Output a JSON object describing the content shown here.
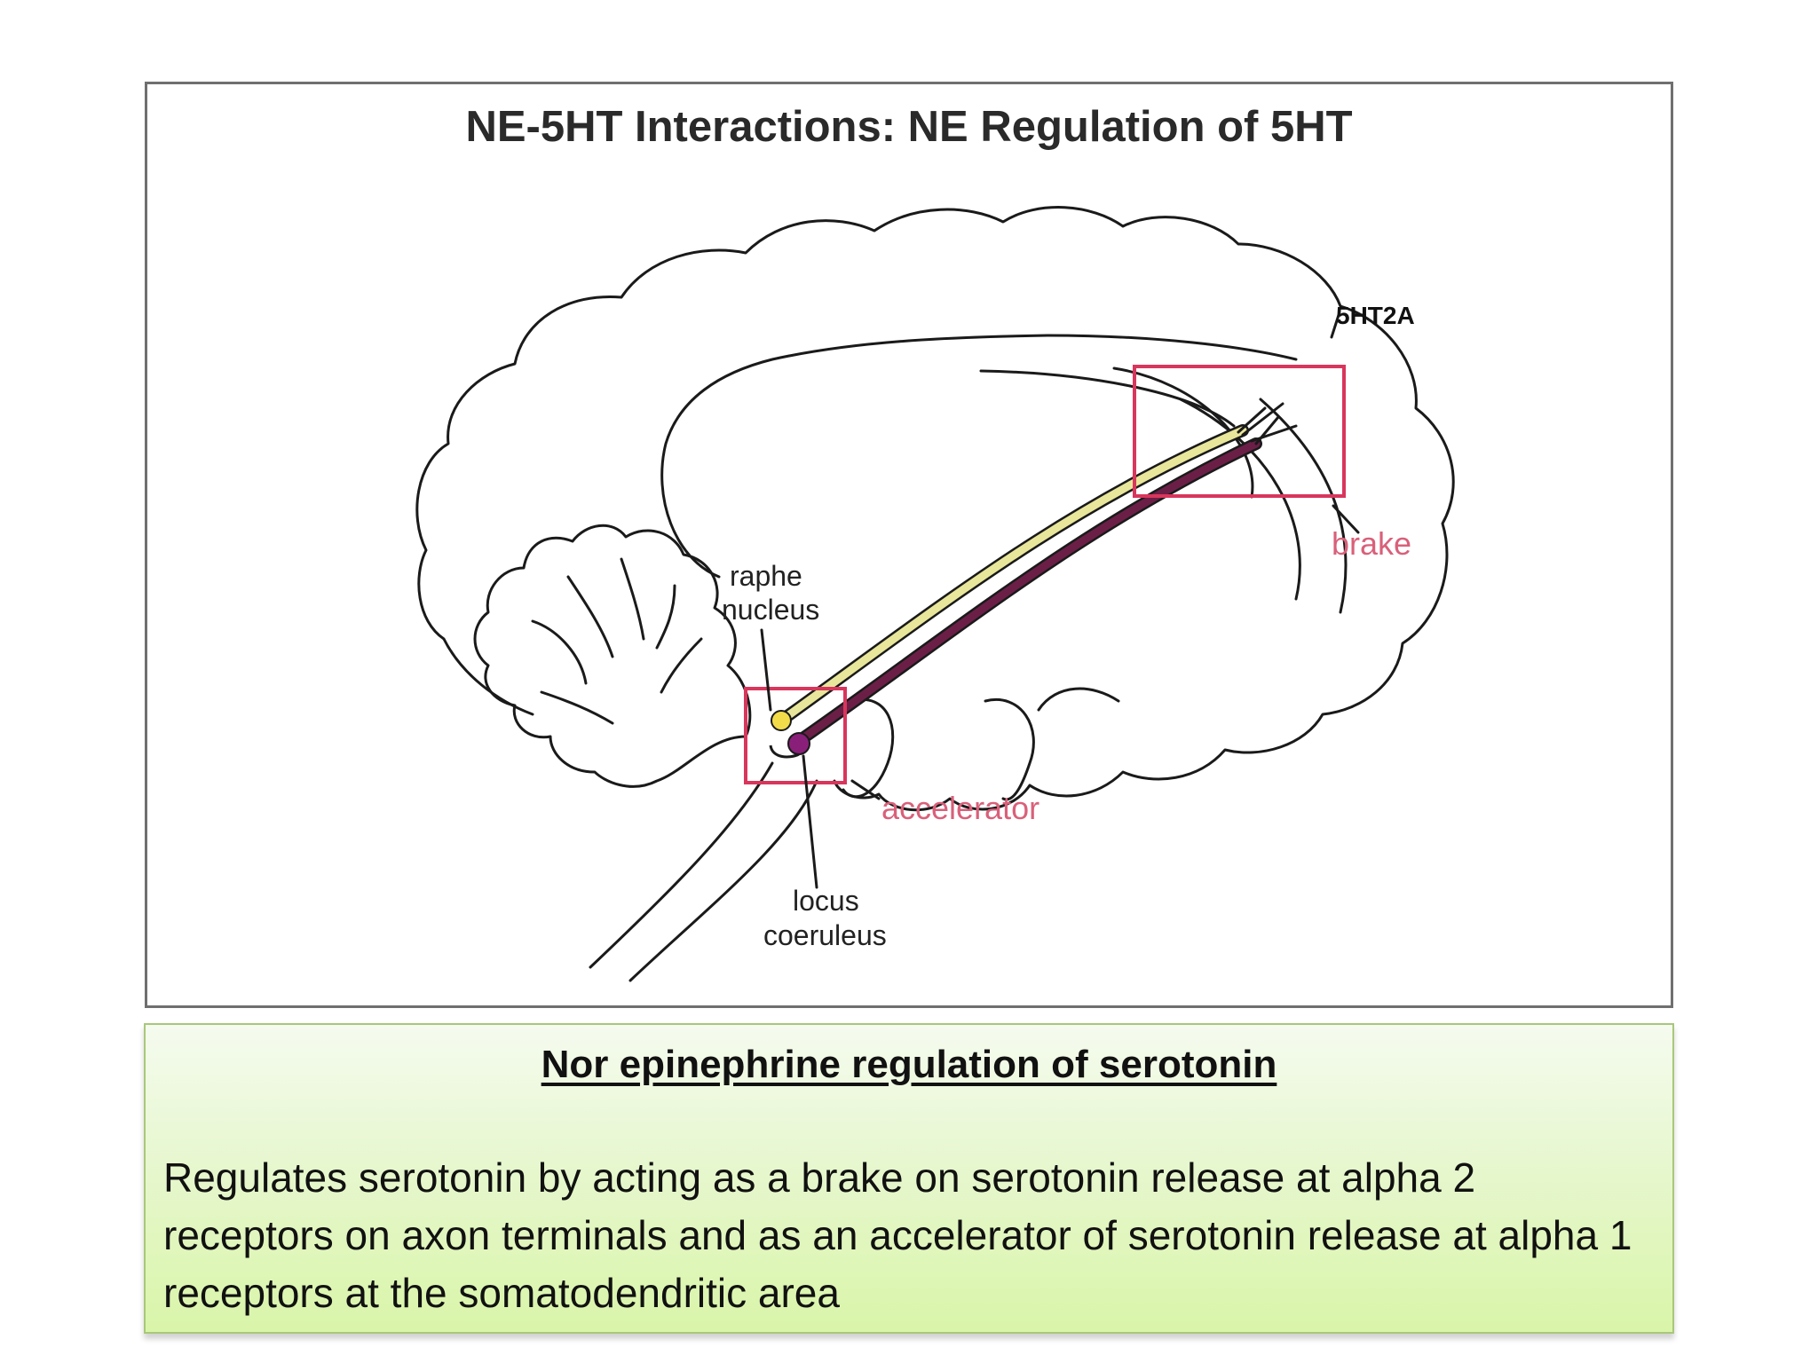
{
  "figure": {
    "title": "NE-5HT Interactions: NE Regulation of 5HT",
    "labels": {
      "receptor": "5HT2A",
      "brake": "brake",
      "raphe_line1": "raphe",
      "raphe_line2": "nucleus",
      "accelerator": "accelerator",
      "locus_line1": "locus",
      "locus_line2": "coeruleus"
    },
    "colors": {
      "highlight_box": "#d8365c",
      "highlight_label": "#d9607a",
      "serotonin_pathway": "#e8e69a",
      "norepinephrine_pathway": "#6b1f47",
      "serotonin_neuron": "#f2dc4a",
      "norepinephrine_neuron": "#8a1f7a",
      "outline": "#1a1a1a"
    }
  },
  "caption": {
    "heading": "Nor epinephrine regulation of serotonin",
    "body": "Regulates serotonin by acting as a brake on serotonin release at alpha 2 receptors on axon terminals and as an accelerator of serotonin release at alpha 1 receptors at the somatodendritic area"
  }
}
